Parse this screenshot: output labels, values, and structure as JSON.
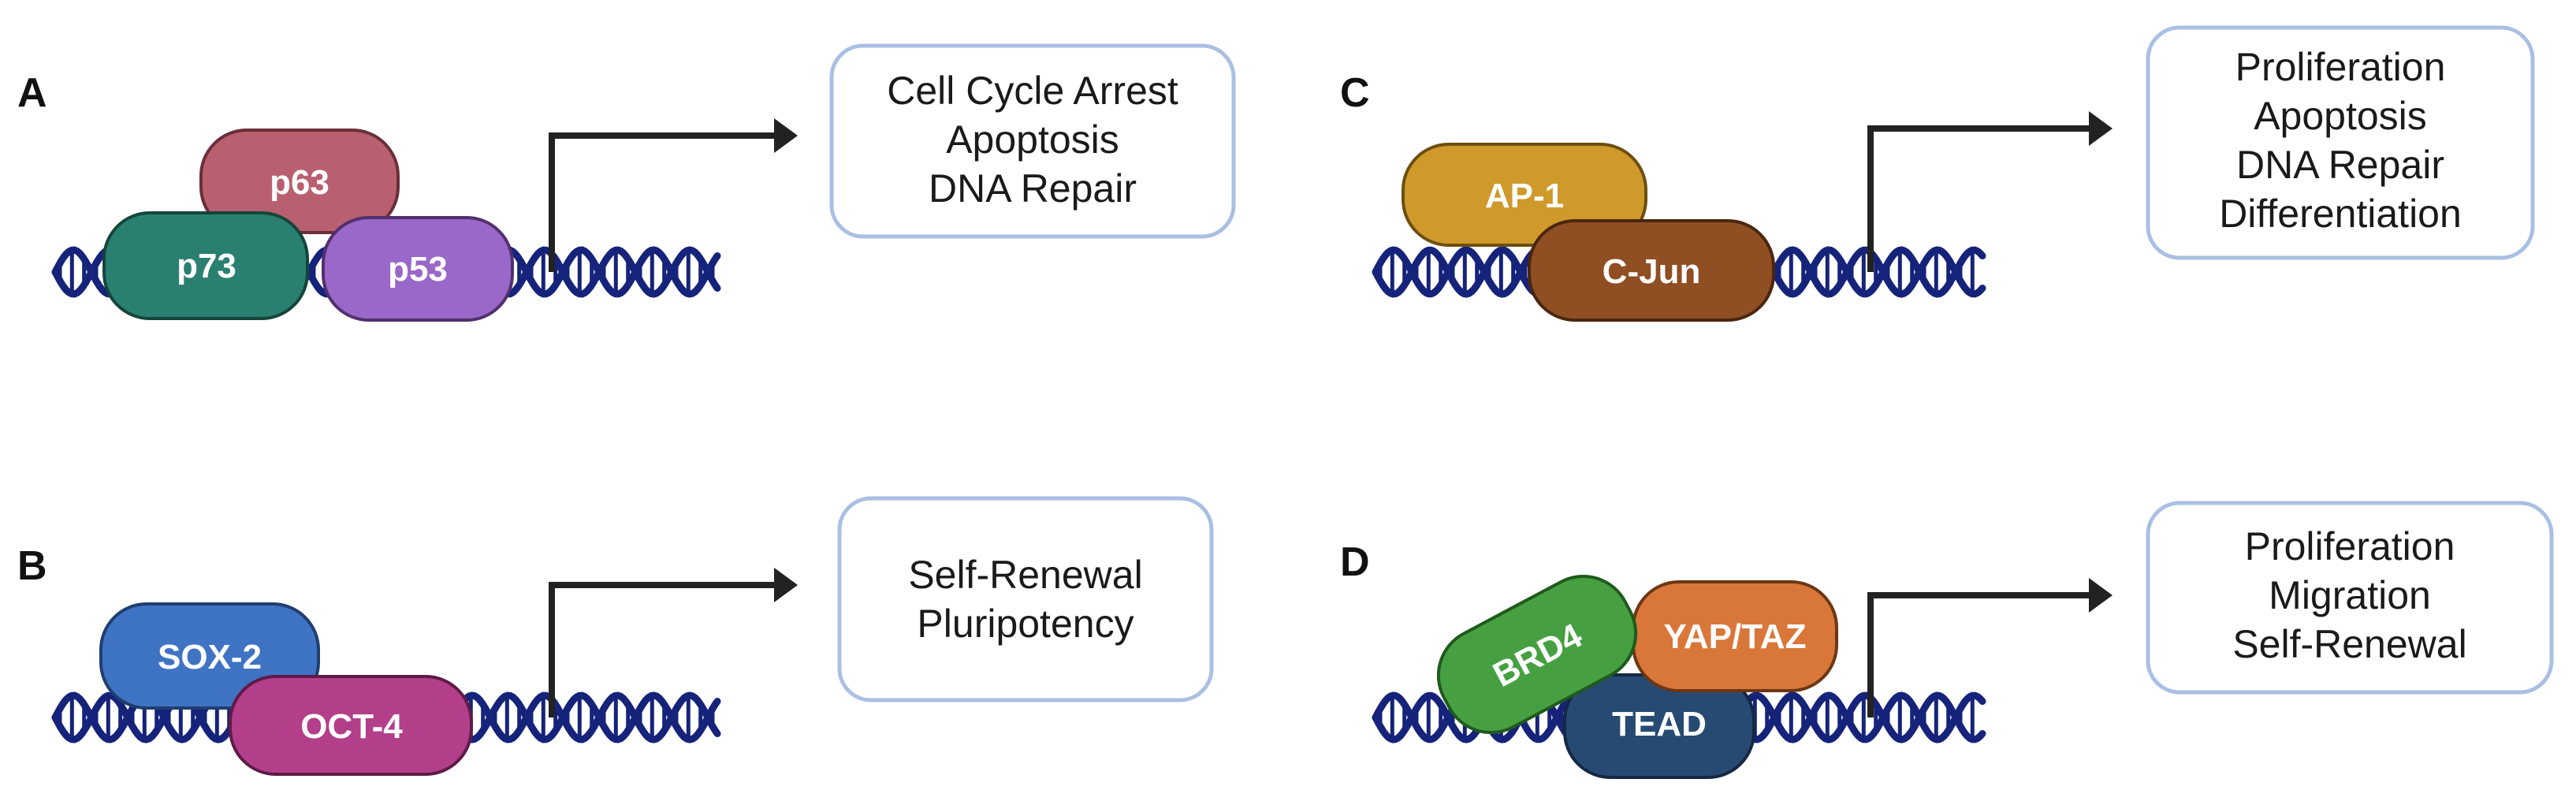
{
  "colors": {
    "dna": "#16237a",
    "arrow": "#222222",
    "box_border": "#a9bfe3",
    "p63": "#b8606f",
    "p73": "#2a8070",
    "p53": "#9a68c8",
    "sox2": "#3f74c4",
    "oct4": "#b33f8b",
    "ap1": "#cf9a2b",
    "cjun": "#8f4f22",
    "brd4": "#46a041",
    "yaptaz": "#d9773b",
    "tead": "#274a72"
  },
  "panels": [
    {
      "id": "A",
      "letter": "A",
      "factors": {
        "p63": "p63",
        "p73": "p73",
        "p53": "p53"
      },
      "outcomes": [
        "Cell Cycle Arrest",
        "Apoptosis",
        "DNA Repair"
      ]
    },
    {
      "id": "B",
      "letter": "B",
      "factors": {
        "sox2": "SOX-2",
        "oct4": "OCT-4"
      },
      "outcomes": [
        "Self-Renewal",
        "Pluripotency"
      ]
    },
    {
      "id": "C",
      "letter": "C",
      "factors": {
        "ap1": "AP-1",
        "cjun": "C-Jun"
      },
      "outcomes": [
        "Proliferation",
        "Apoptosis",
        "DNA Repair",
        "Differentiation"
      ]
    },
    {
      "id": "D",
      "letter": "D",
      "factors": {
        "brd4": "BRD4",
        "yaptaz": "YAP/TAZ",
        "tead": "TEAD"
      },
      "outcomes": [
        "Proliferation",
        "Migration",
        "Self-Renewal"
      ]
    }
  ]
}
